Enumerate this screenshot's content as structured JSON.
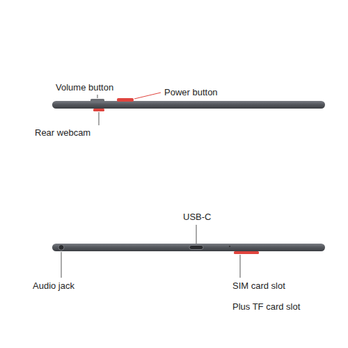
{
  "diagram": {
    "labels": [
      "Volume button",
      "Power button",
      "Rear webcam",
      "USB-C",
      "Audio jack",
      "SIM card slot",
      "Plus TF card slot"
    ]
  }
}
